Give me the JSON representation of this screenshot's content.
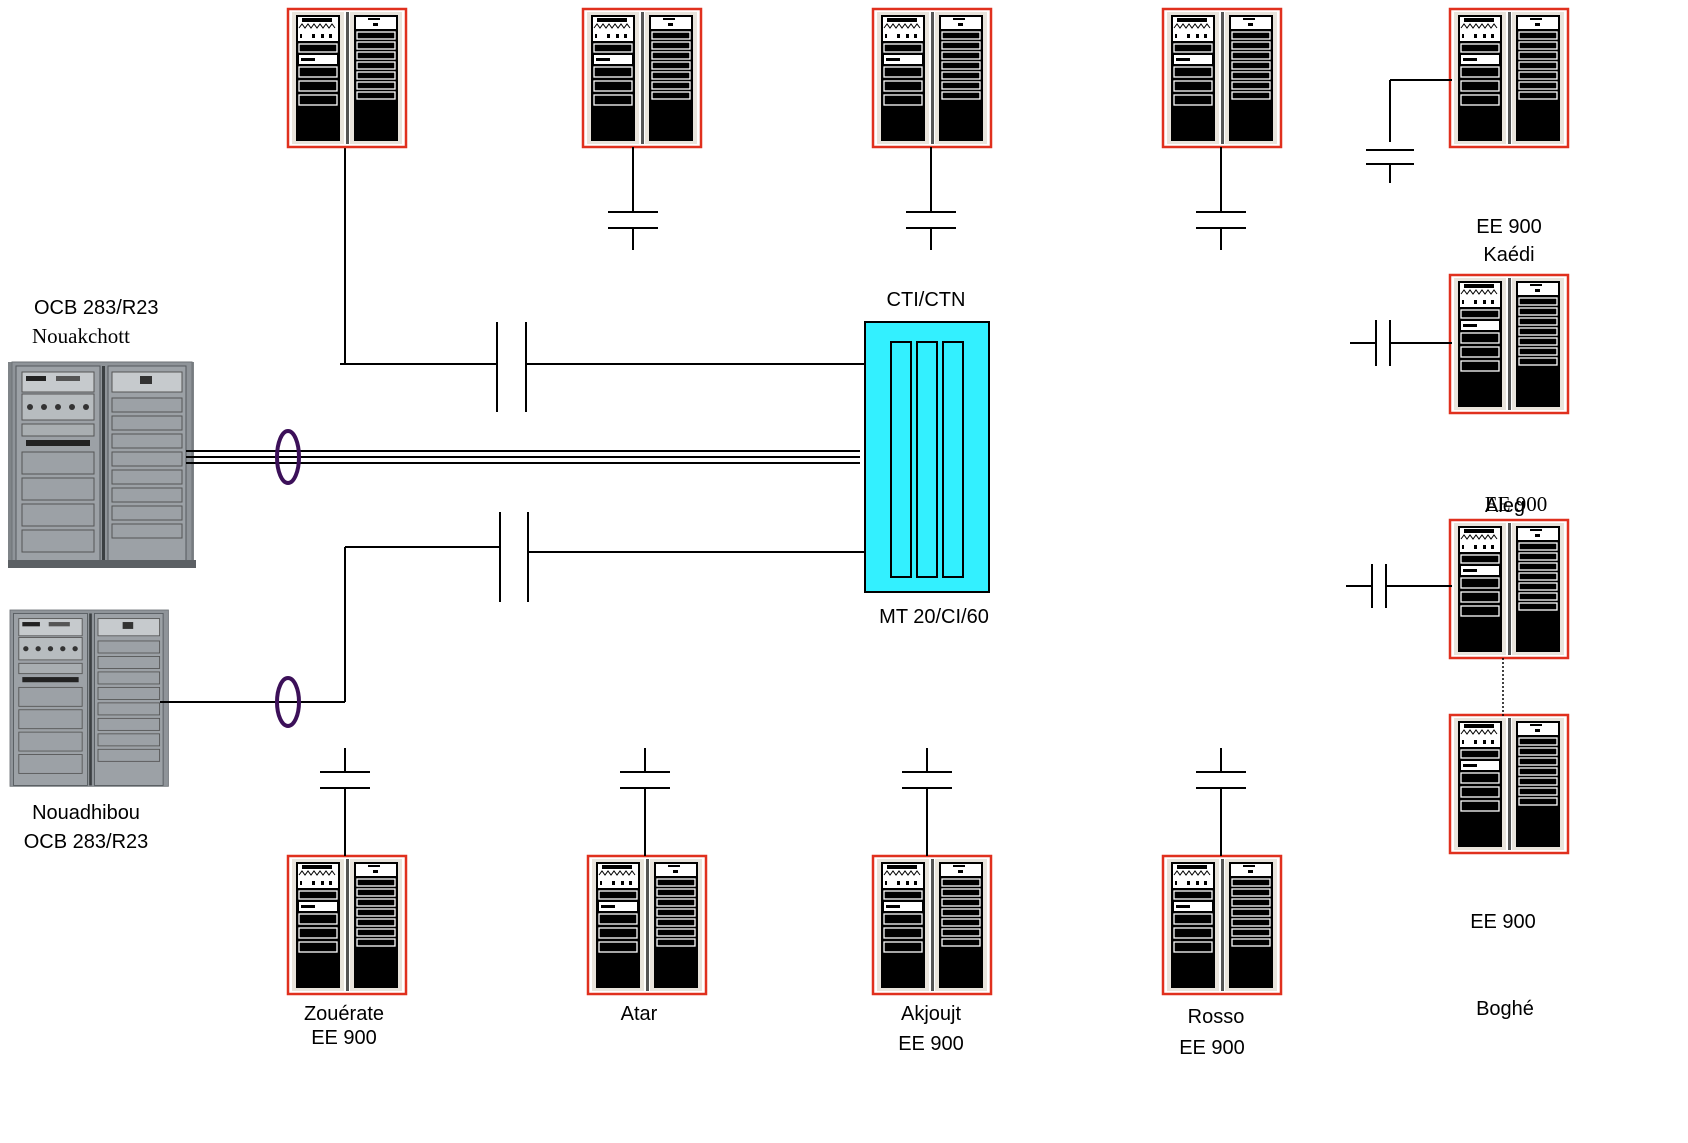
{
  "labels": {
    "ocb_top_model": "OCB 283/R23",
    "ocb_top_city": "Nouakchott",
    "ocb_bottom_city": "Nouadhibou",
    "ocb_bottom_model": "OCB 283/R23",
    "center_top": "CTI/CTN",
    "center_bottom": "MT 20/CI/60",
    "kaedi_model": "EE 900",
    "kaedi_city": "Kaédi",
    "aleg_model": "EE 900",
    "aleg_city": "Aleg",
    "boghe_model": "EE 900",
    "boghe_city": "Boghé",
    "zouerate_city": "Zouérate",
    "zouerate_model": "EE 900",
    "atar_city": "Atar",
    "akjoujt_city": "Akjoujt",
    "akjoujt_model": "EE 900",
    "rosso_city": "Rosso",
    "rosso_model": "EE 900"
  },
  "colors": {
    "cabinet_border": "#e0301e",
    "cabinet_body": "#000000",
    "center_fill": "#33f0ff",
    "ring": "#3c1059",
    "ocb_body": "#8c9196"
  }
}
